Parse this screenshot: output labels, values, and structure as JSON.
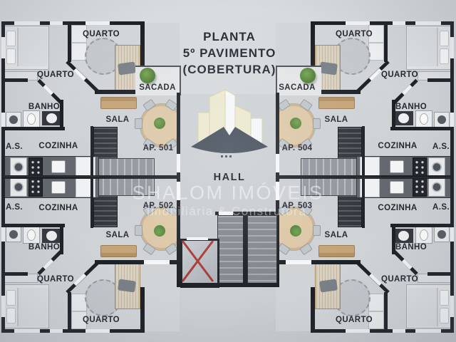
{
  "title": {
    "line1": "PLANTA",
    "line2": "5º PAVIMENTO",
    "line3": "(COBERTURA)"
  },
  "center": {
    "hall_label": "HALL",
    "elevator_symbol": "X"
  },
  "brand": {
    "name": "SHALOM IMÓVEIS",
    "tagline": "Imobiliária & Construtora",
    "logo_icon": "buildings-skyline-logo"
  },
  "units": [
    {
      "id": "AP. 501",
      "position": "top-left",
      "labels": {
        "bedroom1": "QUARTO",
        "bedroom2": "QUARTO",
        "bathroom": "BANHO",
        "living": "SALA",
        "service": "A.S.",
        "kitchen": "COZINHA",
        "balcony": "SACADA"
      }
    },
    {
      "id": "AP. 502",
      "position": "bottom-left",
      "labels": {
        "bedroom1": "QUARTO",
        "bedroom2": "QUARTO",
        "bathroom": "BANHO",
        "living": "SALA",
        "service": "A.S.",
        "kitchen": "COZINHA"
      }
    },
    {
      "id": "AP. 503",
      "position": "bottom-right",
      "labels": {
        "bedroom1": "QUARTO",
        "bedroom2": "QUARTO",
        "bathroom": "BANHO",
        "living": "SALA",
        "service": "A.S.",
        "kitchen": "COZINHA"
      }
    },
    {
      "id": "AP. 504",
      "position": "top-right",
      "labels": {
        "bedroom1": "QUARTO",
        "bedroom2": "QUARTO",
        "bathroom": "BANHO",
        "living": "SALA",
        "service": "A.S.",
        "kitchen": "COZINHA",
        "balcony": "SACADA"
      }
    }
  ],
  "colors": {
    "wall": "#1d2126",
    "label": "#23272e",
    "accent-red": "#a83832",
    "brand-cream": "#f3eecd",
    "swoosh-navy": "#232e3c",
    "table-wood": "#dcc7a6",
    "plant-green": "#5c8a3e",
    "sofa-tan": "#c5a377"
  }
}
